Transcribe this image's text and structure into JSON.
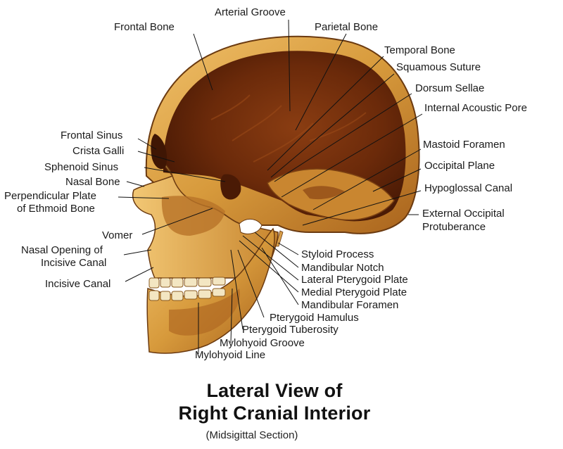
{
  "figure": {
    "title_line1": "Lateral View of",
    "title_line2": "Right Cranial Interior",
    "subtitle": "(Midsigittal Section)"
  },
  "labels": {
    "frontal_bone": "Frontal Bone",
    "arterial_groove": "Arterial Groove",
    "parietal_bone": "Parietal Bone",
    "temporal_bone": "Temporal Bone",
    "squamous_suture": "Squamous Suture",
    "dorsum_sellae": "Dorsum Sellae",
    "internal_acoustic_pore": "Internal Acoustic Pore",
    "frontal_sinus": "Frontal Sinus",
    "crista_galli": "Crista Galli",
    "sphenoid_sinus": "Sphenoid Sinus",
    "nasal_bone": "Nasal Bone",
    "perpendicular_plate_1": "Perpendicular Plate",
    "perpendicular_plate_2": "of Ethmoid Bone",
    "mastoid_foramen": "Mastoid Foramen",
    "occipital_plane": "Occipital Plane",
    "hypoglossal_canal": "Hypoglossal Canal",
    "external_occipital_1": "External Occipital",
    "external_occipital_2": "Protuberance",
    "vomer": "Vomer",
    "nasal_opening_1": "Nasal Opening of",
    "nasal_opening_2": "Incisive Canal",
    "incisive_canal": "Incisive Canal",
    "styloid_process": "Styloid Process",
    "mandibular_notch": "Mandibular Notch",
    "lateral_pterygoid_plate": "Lateral Pterygoid Plate",
    "medial_pterygoid_plate": "Medial Pterygoid Plate",
    "mandibular_foramen": "Mandibular Foramen",
    "pterygoid_hamulus": "Pterygoid Hamulus",
    "pterygoid_tuberosity": "Pterygoid Tuberosity",
    "mylohyoid_groove": "Mylohyoid Groove",
    "mylohyoid_line": "Mylohyoid Line"
  },
  "colors": {
    "bone_light": "#e8b45a",
    "bone_mid": "#c98a2e",
    "bone_dark": "#7a3f10",
    "cavity": "#5a2408",
    "teeth": "#f3e6c2"
  }
}
